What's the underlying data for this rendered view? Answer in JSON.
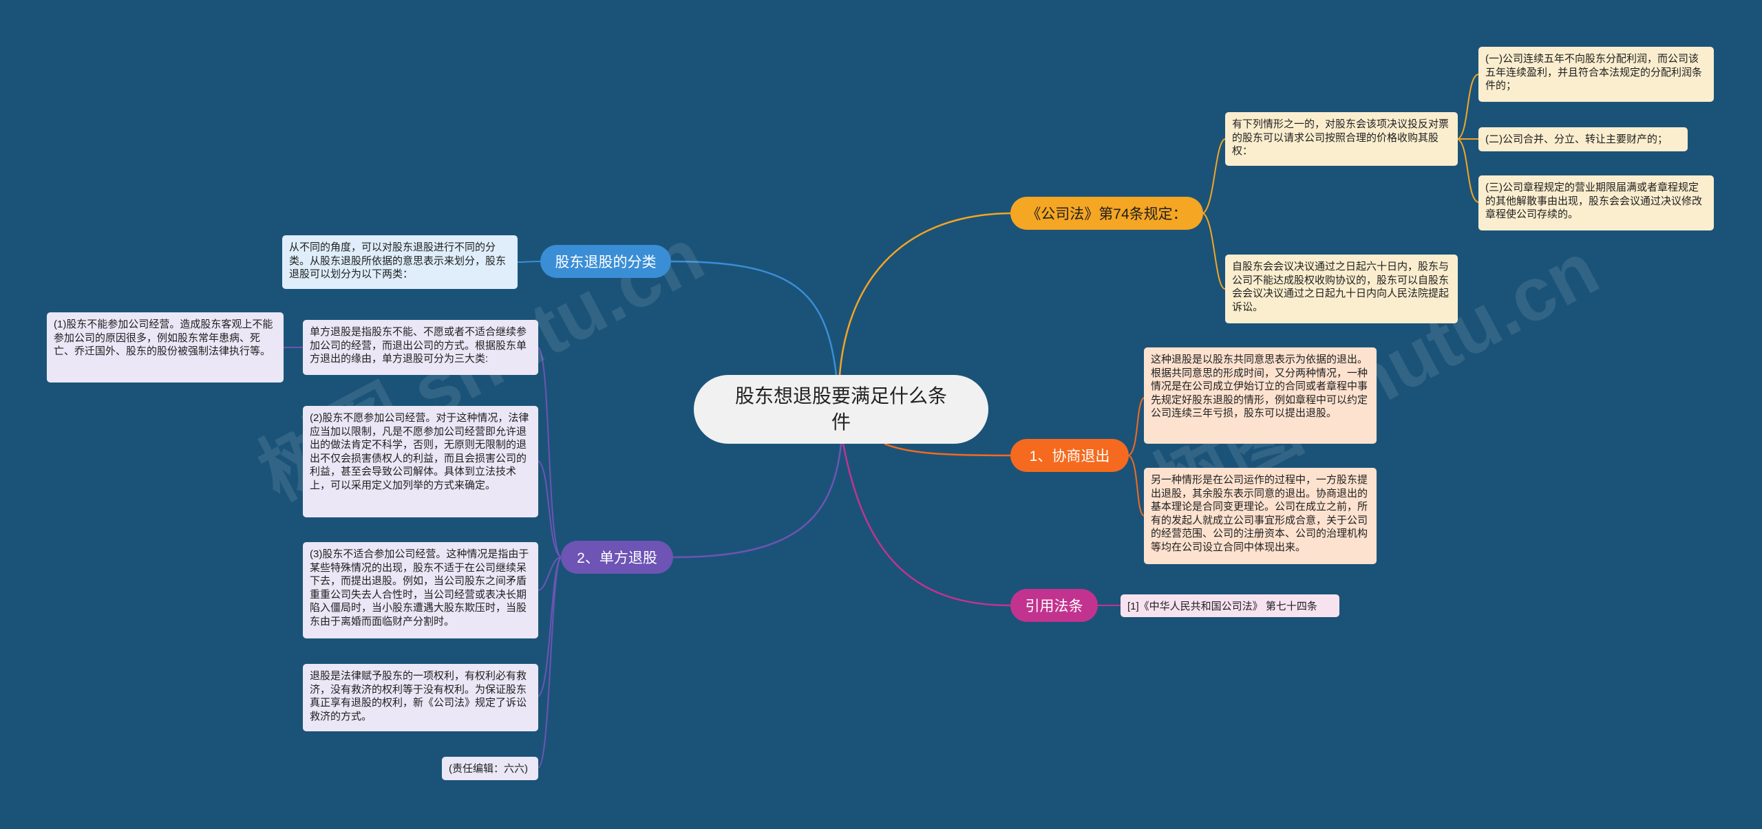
{
  "root": {
    "title": "股东想退股要满足什么条件"
  },
  "branches": {
    "law74": {
      "label": "《公司法》第74条规定：",
      "color": "#f5a623",
      "intro": "有下列情形之一的，对股东会该项决议投反对票的股东可以请求公司按照合理的价格收购其股权：",
      "items": [
        "(一)公司连续五年不向股东分配利润，而公司该五年连续盈利，并且符合本法规定的分配利润条件的；",
        "(二)公司合并、分立、转让主要财产的；",
        "(三)公司章程规定的营业期限届满或者章程规定的其他解散事由出现，股东会会议通过决议修改章程使公司存续的。"
      ],
      "note": "自股东会会议决议通过之日起六十日内，股东与公司不能达成股权收购协议的，股东可以自股东会会议决议通过之日起九十日内向人民法院提起诉讼。"
    },
    "classify": {
      "label": "股东退股的分类",
      "color": "#3a8ed6",
      "text": "从不同的角度，可以对股东退股进行不同的分类。从股东退股所依据的意思表示来划分，股东退股可以划分为以下两类："
    },
    "negotiate": {
      "label": "1、协商退出",
      "color": "#f56a1e",
      "items": [
        "这种退股是以股东共同意思表示为依据的退出。根据共同意思的形成时间，又分两种情况，一种情况是在公司成立伊始订立的合同或者章程中事先规定好股东退股的情形，例如章程中可以约定公司连续三年亏损，股东可以提出退股。",
        "另一种情形是在公司运作的过程中，一方股东提出退股，其余股东表示同意的退出。协商退出的基本理论是合同变更理论。公司在成立之前，所有的发起人就成立公司事宜形成合意，关于公司的经营范围、公司的注册资本、公司的治理机构等均在公司设立合同中体现出来。"
      ]
    },
    "unilateral": {
      "label": "2、单方退股",
      "color": "#6d54b5",
      "intro": "单方退股是指股东不能、不愿或者不适合继续参加公司的经营，而退出公司的方式。根据股东单方退出的缘由，单方退股可分为三大类:",
      "reason1": "(1)股东不能参加公司经营。造成股东客观上不能参加公司的原因很多，例如股东常年患病、死亡、乔迁国外、股东的股份被强制法律执行等。",
      "reason2": "(2)股东不愿参加公司经营。对于这种情况，法律应当加以限制，凡是不愿参加公司经营即允许退出的做法肯定不科学，否则，无原则无限制的退出不仅会损害债权人的利益，而且会损害公司的利益，甚至会导致公司解体。具体到立法技术上，可以采用定义加列举的方式来确定。",
      "reason3": "(3)股东不适合参加公司经营。这种情况是指由于某些特殊情况的出现，股东不适于在公司继续呆下去，而提出退股。例如，当公司股东之间矛盾重重公司失去人合性时，当公司经营或表决长期陷入僵局时，当小股东遭遇大股东欺压时，当股东由于离婚而面临财产分割时。",
      "remedy": "退股是法律赋予股东的一项权利，有权利必有救济，没有救济的权利等于没有权利。为保证股东真正享有退股的权利，新《公司法》规定了诉讼救济的方式。",
      "editor": "(责任编辑：六六)"
    },
    "cite": {
      "label": "引用法条",
      "color": "#c2338f",
      "ref": "[1]《中华人民共和国公司法》 第七十四条"
    }
  },
  "watermarks": [
    "树图 shutu.cn",
    "树图 shutu.cn"
  ],
  "colors": {
    "background": "#1b5378",
    "root_fill": "#f1f1f1"
  }
}
